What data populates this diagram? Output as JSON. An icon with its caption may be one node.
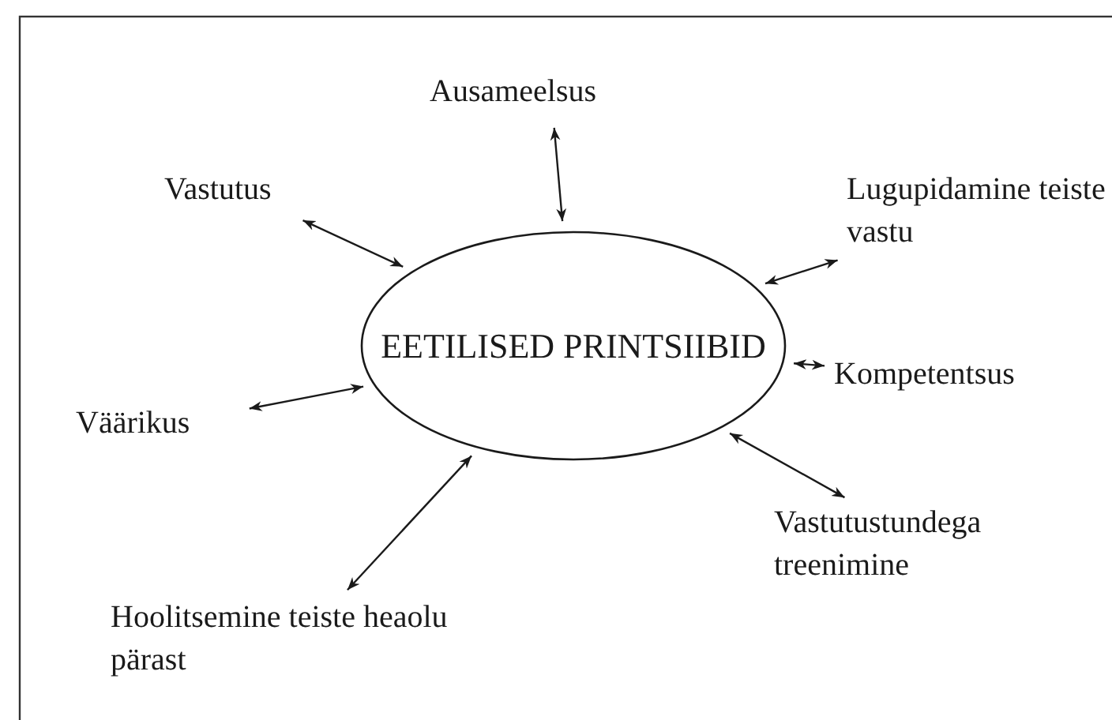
{
  "diagram": {
    "nodes": [
      {
        "text": [
          "EETILISED PRINTSIIBID"
        ]
      },
      {
        "text": [
          "Ausameelsus"
        ]
      },
      {
        "text": [
          "Vastutus"
        ]
      },
      {
        "text": [
          "Lugupidamine teiste vastu"
        ]
      },
      {
        "text": [
          "Kompetentsus"
        ]
      },
      {
        "text": [
          "Vastutustundega treenimine"
        ]
      },
      {
        "text": [
          "Hoolitsemine teiste heaolu pärast"
        ]
      },
      {
        "text": [
          "Väärikus"
        ]
      }
    ],
    "edges": [
      {
        "from": 0,
        "to": 1,
        "arrow": "both"
      },
      {
        "from": 0,
        "to": 2,
        "arrow": "both"
      },
      {
        "from": 0,
        "to": 3,
        "arrow": "both"
      },
      {
        "from": 0,
        "to": 4,
        "arrow": "both"
      },
      {
        "from": 0,
        "to": 5,
        "arrow": "both"
      },
      {
        "from": 0,
        "to": 6,
        "arrow": "both"
      },
      {
        "from": 0,
        "to": 7,
        "arrow": "both"
      }
    ]
  }
}
